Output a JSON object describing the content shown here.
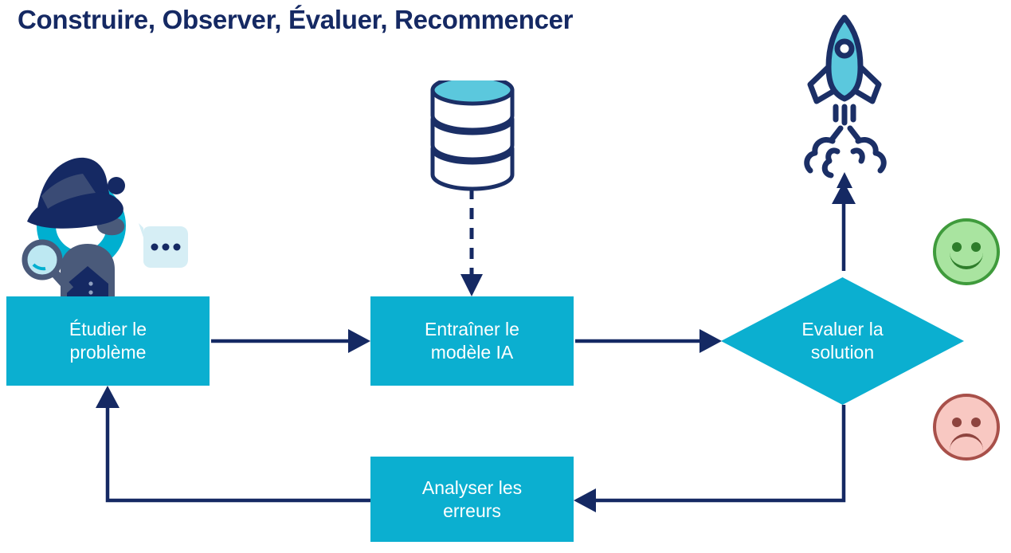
{
  "page": {
    "title": "Construire, Observer, Évaluer, Recommencer",
    "background": "#FFFFFF"
  },
  "colors": {
    "navy": "#152963",
    "cyan": "#0BAFD0",
    "cyan_light": "#5BC8DD",
    "bubble": "#D6EEF5",
    "slate": "#4A5A7A",
    "happy_fill": "#A9E4A0",
    "happy_stroke": "#3F9B3C",
    "sad_fill": "#F8C8C2",
    "sad_stroke": "#A8504A",
    "node_text": "#FFFFFF"
  },
  "flowchart": {
    "type": "diagram",
    "nodes": [
      {
        "id": "study",
        "label": "Étudier le\nproblème",
        "label_line1": "Étudier le",
        "label_line2": "problème",
        "shape": "rectangle",
        "fill": "#0BAFD0"
      },
      {
        "id": "train",
        "label": "Entraîner le\nmodèle IA",
        "label_line1": "Entraîner le",
        "label_line2": "modèle IA",
        "shape": "rectangle",
        "fill": "#0BAFD0"
      },
      {
        "id": "eval",
        "label": "Evaluer la\nsolution",
        "label_line1": "Evaluer la",
        "label_line2": "solution",
        "shape": "diamond",
        "fill": "#0BAFD0"
      },
      {
        "id": "errors",
        "label": "Analyser les\nerreurs",
        "label_line1": "Analyser les",
        "label_line2": "erreurs",
        "shape": "rectangle",
        "fill": "#0BAFD0"
      }
    ],
    "edges": [
      {
        "from": "study",
        "to": "train",
        "style": "solid",
        "direction": "right"
      },
      {
        "from": "train",
        "to": "eval",
        "style": "solid",
        "direction": "right"
      },
      {
        "from": "database",
        "to": "train",
        "style": "dashed",
        "direction": "down"
      },
      {
        "from": "eval",
        "to": "rocket",
        "style": "solid",
        "direction": "up"
      },
      {
        "from": "eval",
        "to": "errors",
        "style": "solid",
        "direction": "left"
      },
      {
        "from": "errors",
        "to": "study",
        "style": "solid",
        "direction": "up"
      }
    ],
    "icons": [
      {
        "id": "database",
        "name": "database-icon",
        "description": "stacked disks database"
      },
      {
        "id": "rocket",
        "name": "rocket-icon",
        "description": "launching rocket with smoke"
      },
      {
        "id": "detective",
        "name": "detective-icon",
        "description": "detective with hat, magnifier and speech bubble"
      },
      {
        "id": "happy",
        "name": "happy-face-icon",
        "description": "green smiling face"
      },
      {
        "id": "sad",
        "name": "sad-face-icon",
        "description": "pink frowning face"
      }
    ],
    "speech_bubble": {
      "content": "•••",
      "dots": 3
    }
  }
}
